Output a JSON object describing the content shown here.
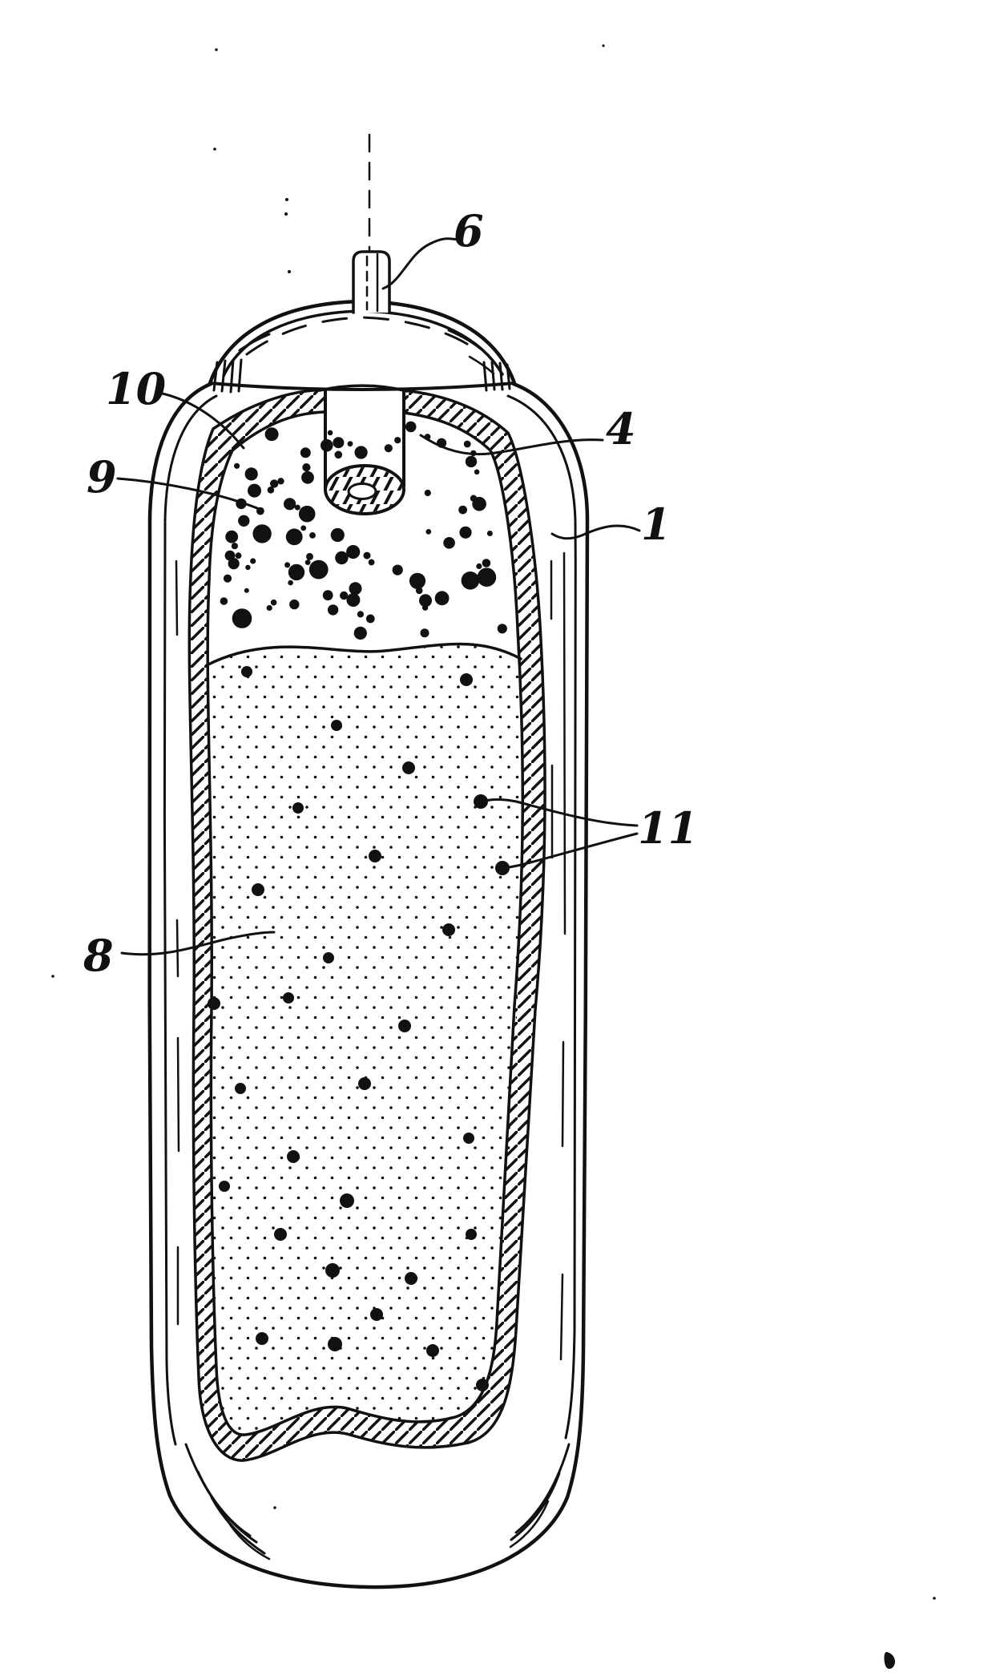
{
  "figure": {
    "background_color": "#ffffff",
    "ink_color": "#111111",
    "labels": [
      {
        "ref": "6"
      },
      {
        "ref": "10"
      },
      {
        "ref": "9"
      },
      {
        "ref": "4"
      },
      {
        "ref": "1"
      },
      {
        "ref": "11"
      },
      {
        "ref": "8"
      }
    ]
  }
}
